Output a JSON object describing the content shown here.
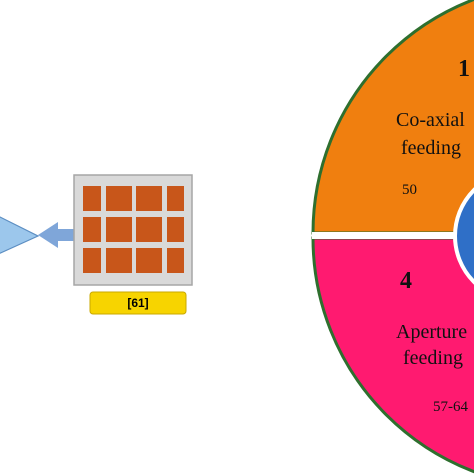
{
  "reference_badge": {
    "label": "[61]"
  },
  "segments": [
    {
      "number": "1",
      "title_line1": "Co-axial",
      "title_line2": "feeding",
      "refs": "50",
      "color": "#F07F0F"
    },
    {
      "number": "4",
      "title_line1": "Aperture",
      "title_line2": "feeding",
      "refs": "57-64",
      "color": "#FF1A70"
    }
  ],
  "colors": {
    "ring_outline": "#2E6F2E",
    "center_disc": "#2F6FC7",
    "arrow": "#7FA6D9",
    "triangle": "#9CC7EC",
    "array_tile": "#C8561A",
    "array_bg": "#D9D9D9",
    "badge": "#F7D400"
  }
}
